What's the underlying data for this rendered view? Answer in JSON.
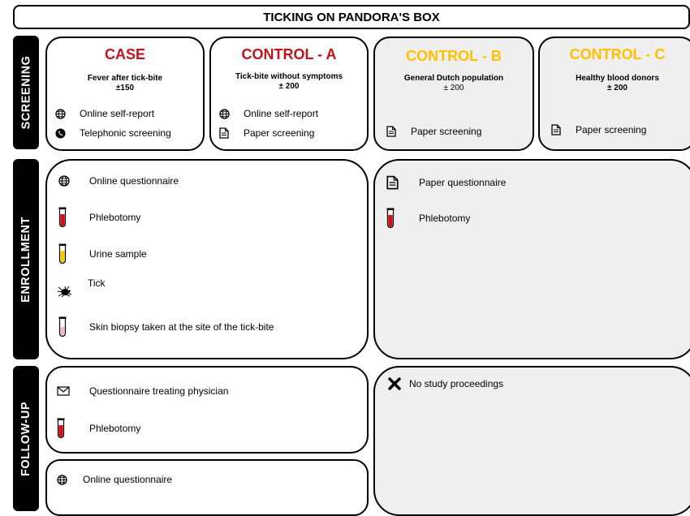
{
  "title": "TICKING ON PANDORA'S BOX",
  "side_labels": {
    "screening": "SCREENING",
    "enrollment": "ENROLLMENT",
    "followup": "FOLLOW-UP"
  },
  "colors": {
    "case": "#c0141c",
    "control_b_c": "#ffc000",
    "grey_fill": "#efefef"
  },
  "screening": {
    "case": {
      "title": "CASE",
      "desc": "Fever after tick-bite",
      "count": "±150",
      "items": [
        "Online self-report",
        "Telephonic screening"
      ]
    },
    "control_a": {
      "title": "CONTROL - A",
      "desc": "Tick-bite without symptoms",
      "count": "± 200",
      "items": [
        "Online self-report",
        "Paper screening"
      ]
    },
    "control_b": {
      "title": "CONTROL - B",
      "desc": "General Dutch population",
      "count": "± 200",
      "items": [
        "Paper screening"
      ]
    },
    "control_c": {
      "title": "CONTROL - C",
      "desc": "Healthy blood donors",
      "count": "± 200",
      "items": [
        "Paper screening"
      ]
    }
  },
  "enrollment": {
    "left": [
      "Online questionnaire",
      "Phlebotomy",
      "Urine sample",
      "Tick",
      "Skin biopsy taken at the site of the tick-bite"
    ],
    "right": [
      "Paper questionnaire",
      "Phlebotomy"
    ]
  },
  "followup": {
    "left_top": [
      "Questionnaire treating physician",
      "Phlebotomy"
    ],
    "left_bottom": [
      "Online questionnaire"
    ],
    "right": [
      "No study proceedings"
    ]
  },
  "icons": [
    "globe-icon",
    "phone-icon",
    "paper-icon",
    "red-tube-icon",
    "yellow-tube-icon",
    "pink-tube-icon",
    "tick-icon",
    "envelope-icon",
    "cross-icon"
  ]
}
